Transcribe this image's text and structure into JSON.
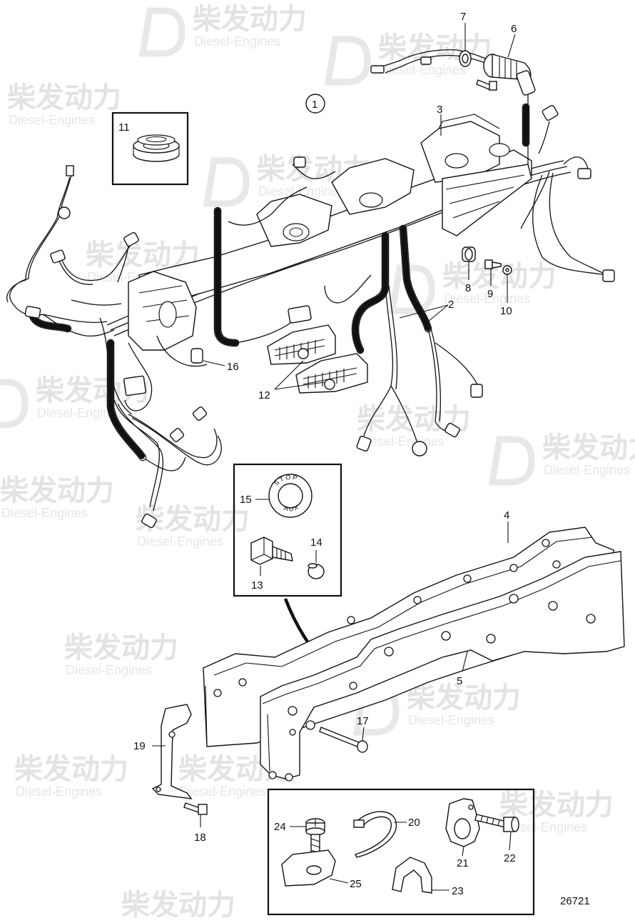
{
  "watermark": {
    "brand_cn": "柴发动力",
    "brand_en": "Diesel-Engines"
  },
  "figure_number": "26721",
  "group_marker": "1",
  "callouts": {
    "c2": "2",
    "c3": "3",
    "c4": "4",
    "c5": "5",
    "c6": "6",
    "c7": "7",
    "c8": "8",
    "c9": "9",
    "c10": "10",
    "c11": "11",
    "c12": "12",
    "c13": "13",
    "c14": "14",
    "c15": "15",
    "c16": "16",
    "c17": "17",
    "c18": "18",
    "c19": "19",
    "c20": "20",
    "c21": "21",
    "c22": "22",
    "c23": "23",
    "c24": "24",
    "c25": "25"
  },
  "stop_button": {
    "top_text": "STOP",
    "bottom_text": "AUX"
  }
}
